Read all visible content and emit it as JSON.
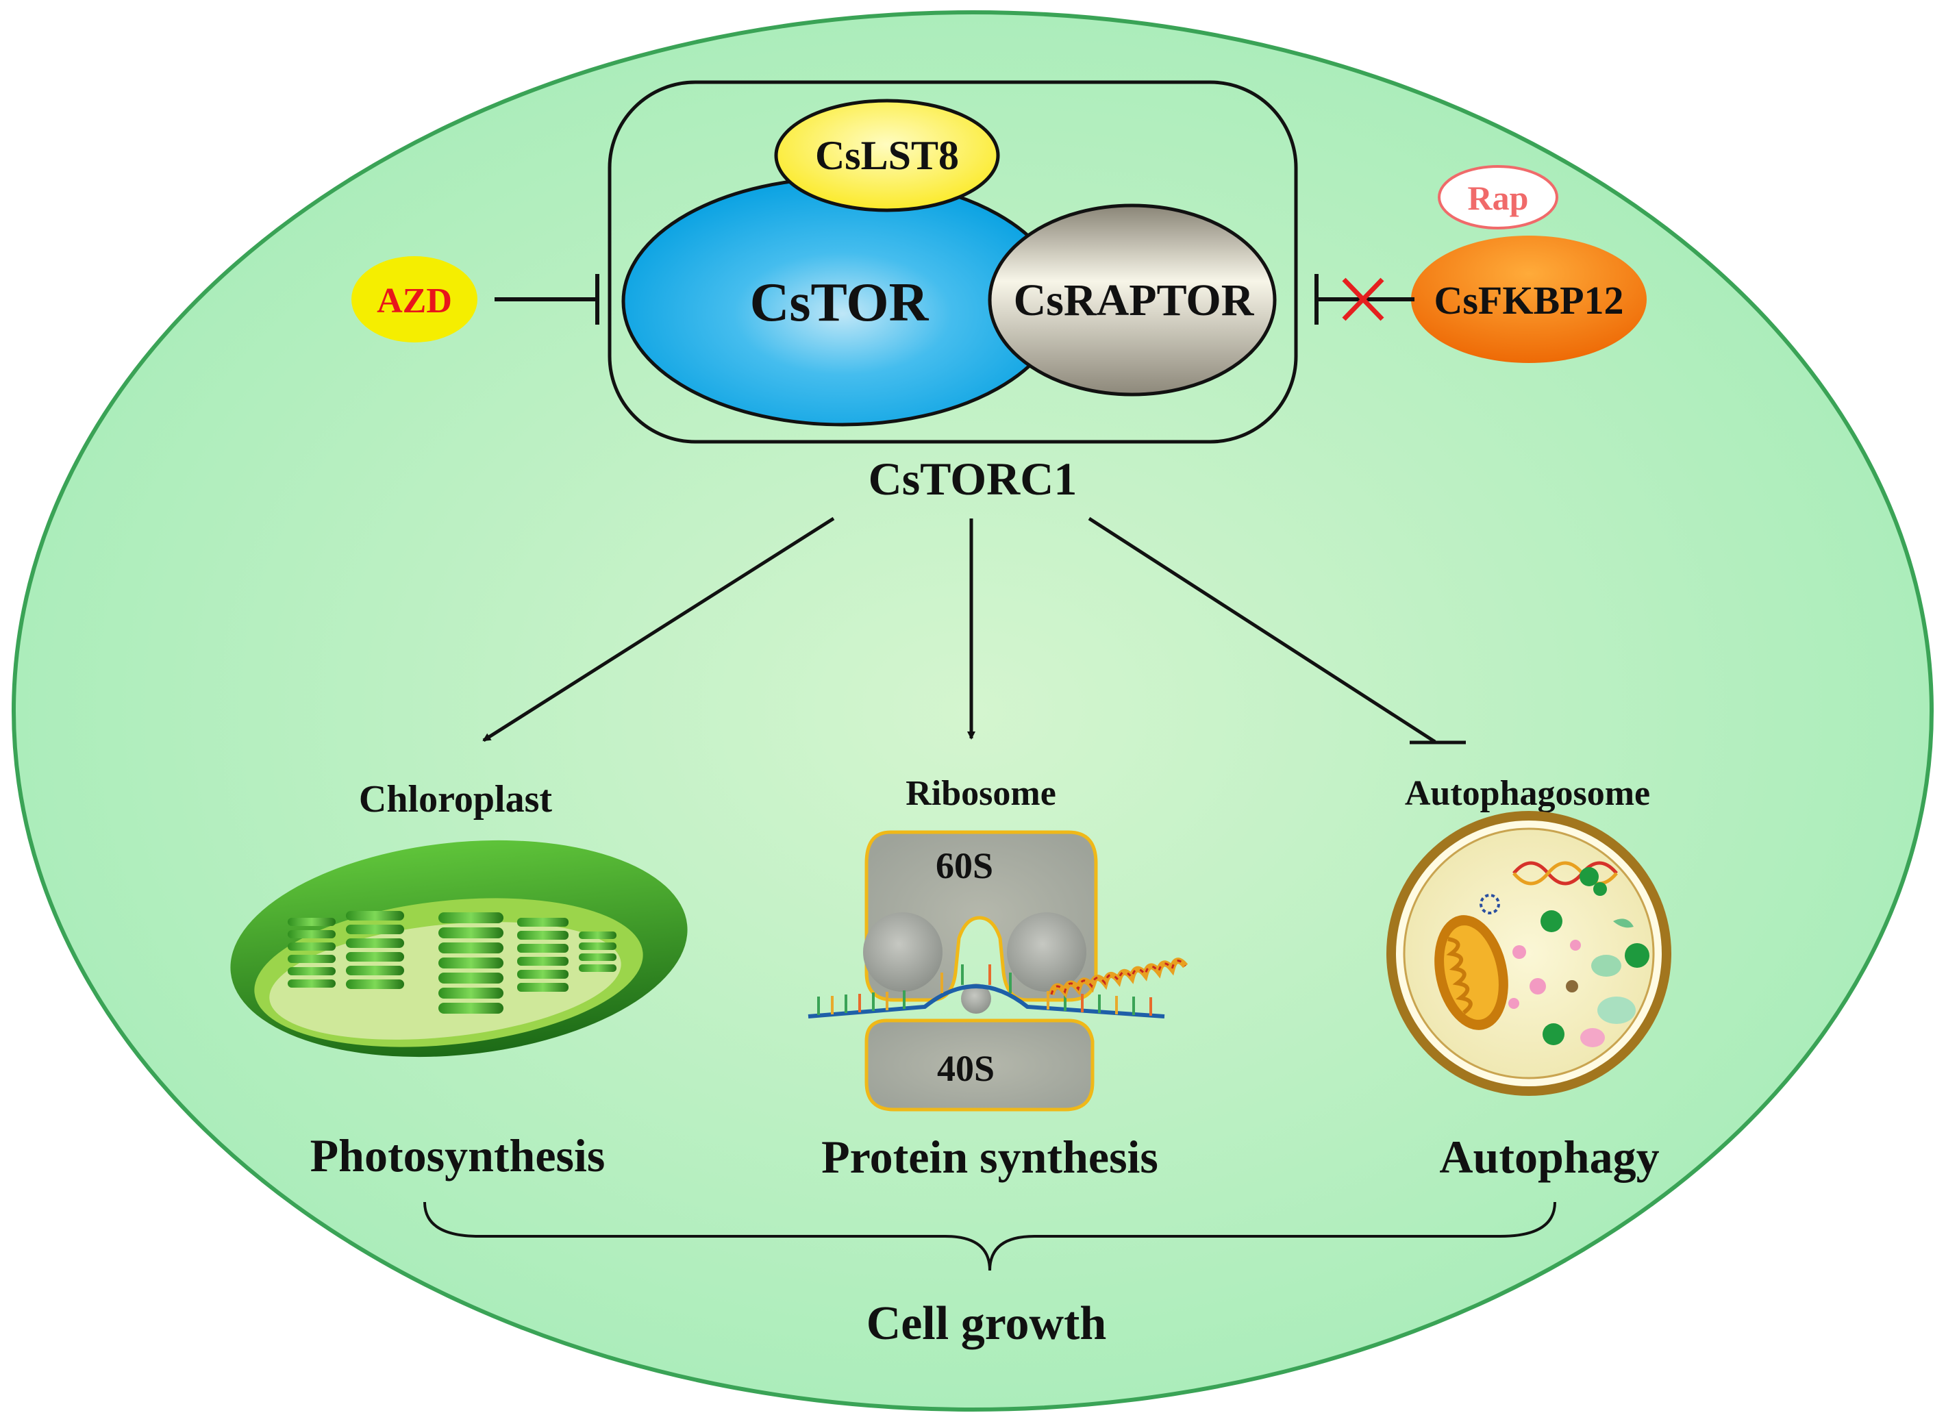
{
  "complex": {
    "lst8": "CsLST8",
    "tor": "CsTOR",
    "raptor": "CsRAPTOR",
    "name": "CsTORC1"
  },
  "inhibitors": {
    "azd": "AZD",
    "rap": "Rap",
    "fkbp12": "CsFKBP12"
  },
  "organelles": {
    "chloroplast": "Chloroplast",
    "ribosome": "Ribosome",
    "autophagosome": "Autophagosome"
  },
  "ribosome_subunits": {
    "large": "60S",
    "small": "40S"
  },
  "processes": {
    "photosynthesis": "Photosynthesis",
    "protein_synthesis": "Protein synthesis",
    "autophagy": "Autophagy"
  },
  "outcome": "Cell growth",
  "colors": {
    "cell_fill": "#a8ecb9",
    "cell_center": "#d4f5cf",
    "cell_border": "#3aa356",
    "tor": "#1aa9e6",
    "lst8": "#fff04a",
    "raptor": "#d8d4c2",
    "azd_fill": "#f5ee00",
    "azd_text": "#e8151b",
    "fkbp12": "#f37c12",
    "rap_text": "#f06a6a",
    "inhibit_cross": "#e51f1f"
  },
  "edges": [
    {
      "from": "AZD",
      "to": "CsTORC1",
      "type": "inhibition"
    },
    {
      "from": "CsFKBP12",
      "to": "CsTORC1",
      "type": "inhibition-blocked"
    },
    {
      "from": "CsTORC1",
      "to": "Chloroplast",
      "type": "activation"
    },
    {
      "from": "CsTORC1",
      "to": "Ribosome",
      "type": "activation"
    },
    {
      "from": "CsTORC1",
      "to": "Autophagosome",
      "type": "inhibition"
    }
  ]
}
